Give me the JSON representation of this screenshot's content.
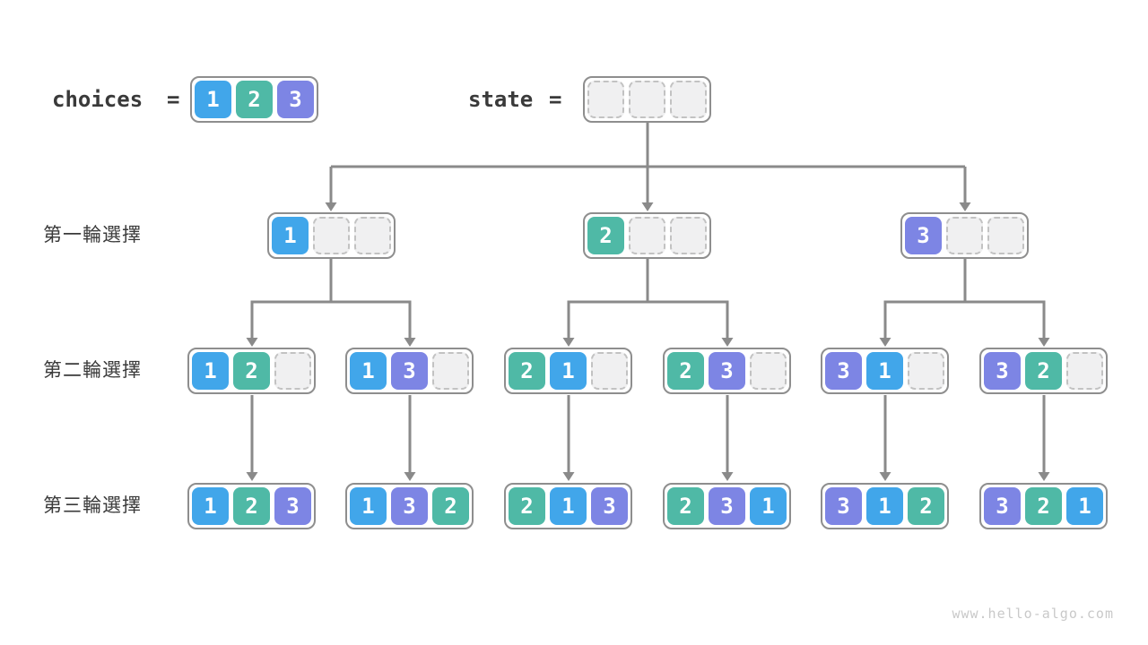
{
  "page": {
    "watermark": "www.hello-algo.com"
  },
  "colors": {
    "choice1": "#41a6ea",
    "choice2": "#4fb9a6",
    "choice3": "#7d85e4",
    "empty_fill": "#f0f0f1",
    "empty_border": "#c2c2c2",
    "node_border": "#8e8e8e",
    "arrow": "#8a8a8a",
    "label_text": "#3a3a3a",
    "watermark_text": "#c9c9c9"
  },
  "header": {
    "choices_label": "choices",
    "choices_eq": "=",
    "choices_cells": [
      "1",
      "2",
      "3"
    ],
    "state_label": "state",
    "state_eq": "=",
    "state_cells": [
      "",
      "",
      ""
    ]
  },
  "rows": [
    {
      "label": "第一輪選擇",
      "nodes": [
        [
          "1",
          "",
          ""
        ],
        [
          "2",
          "",
          ""
        ],
        [
          "3",
          "",
          ""
        ]
      ]
    },
    {
      "label": "第二輪選擇",
      "nodes": [
        [
          "1",
          "2",
          ""
        ],
        [
          "1",
          "3",
          ""
        ],
        [
          "2",
          "1",
          ""
        ],
        [
          "2",
          "3",
          ""
        ],
        [
          "3",
          "1",
          ""
        ],
        [
          "3",
          "2",
          ""
        ]
      ]
    },
    {
      "label": "第三輪選擇",
      "nodes": [
        [
          "1",
          "2",
          "3"
        ],
        [
          "1",
          "3",
          "2"
        ],
        [
          "2",
          "1",
          "3"
        ],
        [
          "2",
          "3",
          "1"
        ],
        [
          "3",
          "1",
          "2"
        ],
        [
          "3",
          "2",
          "1"
        ]
      ]
    }
  ]
}
